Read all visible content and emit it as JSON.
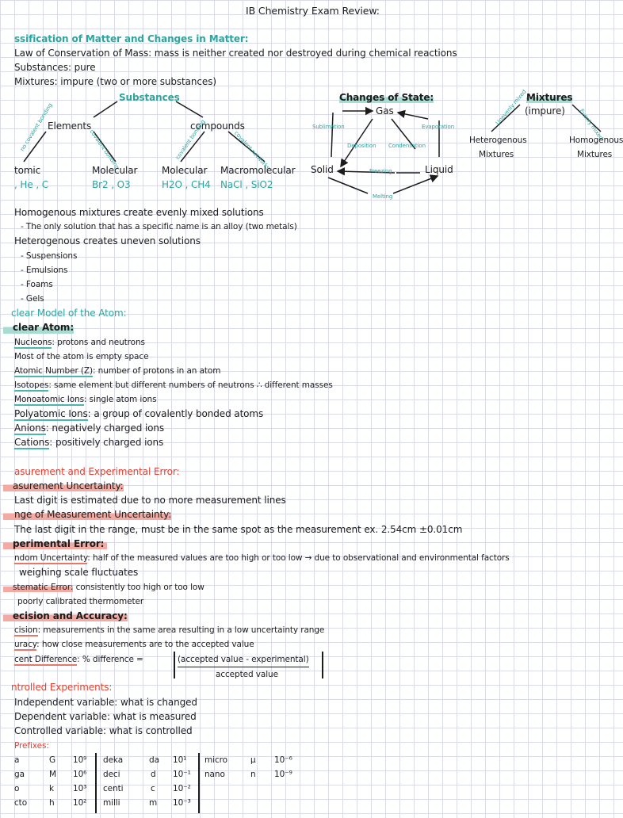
{
  "title": "IB Chemistry Exam Review:",
  "classification": {
    "heading": "ssification of Matter and Changes in Matter:",
    "lines": [
      "Law of Conservation of Mass: mass is neither created nor destroyed during chemical reactions",
      "Substances: pure",
      "Mixtures: impure (two or more substances)"
    ]
  },
  "tree": {
    "root": "Substances",
    "elements": "Elements",
    "compounds": "compounds",
    "edge_no_covalent": "no covalent bonding",
    "edge_covalent": "covalent bonding",
    "edge_covalent2": "covalent bonding",
    "edge_covalent_networks": "covalent networks",
    "leaves": [
      {
        "label": "tomic",
        "example": ", He , C"
      },
      {
        "label": "Molecular",
        "example": "Br2 , O3"
      },
      {
        "label": "Molecular",
        "example": "H2O , CH4"
      },
      {
        "label": "Macromolecular",
        "example": "NaCl , SiO2"
      }
    ]
  },
  "states": {
    "heading": "Changes of State:",
    "gas": "Gas",
    "solid": "Solid",
    "liquid": "Liquid",
    "sublimation": "Sublimation",
    "evaporation": "Evaporation",
    "deposition": "Deposition",
    "condensation": "Condensation",
    "freezing": "Freezing",
    "melting": "Melting"
  },
  "mixtures": {
    "heading": "Mixtures",
    "subheading": "(impure)",
    "edge_unevenly": "Unevenly mixed",
    "edge_evenly": "Evenly mixed",
    "hetero": [
      "Heterogenous",
      "Mixtures"
    ],
    "homo": [
      "Homogenous",
      "Mixtures"
    ]
  },
  "mix_notes": [
    "Homogenous mixtures create evenly mixed solutions",
    "- The only solution that has a specific name is an alloy (two metals)",
    "Heterogenous creates uneven solutions",
    "- Suspensions",
    "- Emulsions",
    "- Foams",
    "- Gels"
  ],
  "atom": {
    "heading": "clear Model of the Atom:",
    "subheading": "clear Atom:",
    "lines": [
      {
        "term": "Nucleons",
        "text": ": protons and neutrons"
      },
      {
        "term": "",
        "text": "Most of the atom is empty space"
      },
      {
        "term": "Atomic Number (Z)",
        "text": ": number of protons in an atom"
      },
      {
        "term": "Isotopes",
        "text": ": same element but different numbers of neutrons ∴ different masses"
      },
      {
        "term": "Monoatomic Ions",
        "text": ": single atom ions"
      },
      {
        "term": "Polyatomic Ions",
        "text": ": a group of covalently bonded atoms"
      },
      {
        "term": "Anions",
        "text": ": negatively charged ions"
      },
      {
        "term": "Cations",
        "text": ": positively charged ions"
      }
    ]
  },
  "measurement": {
    "heading": "asurement and Experimental Error:",
    "uncertainty_head": "asurement Uncertainty:",
    "uncertainty_text": "Last digit is estimated due to no more measurement lines",
    "range_head": "nge of Measurement Uncertainty:",
    "range_text": "The last digit in the range, must be in the same spot as the measurement ex. 2.54cm ±0.01cm",
    "exp_head": "perimental Error:",
    "random_term": "ndom Uncertainty",
    "random_text": ": half of the measured values are too high or too low → due to observational and environmental factors",
    "random_ex": "weighing scale fluctuates",
    "systematic_term": "stematic Error:",
    "systematic_text": "consistently too high or too low",
    "systematic_ex": "poorly calibrated thermometer",
    "pa_head": "ecision and Accuracy:",
    "precision_term": "cision",
    "precision_text": ": measurements in the same area resulting in a low uncertainty range",
    "accuracy_term": "uracy",
    "accuracy_text": ": how close measurements are to the accepted value",
    "pd_term": "cent Difference",
    "pd_text": ": % difference =",
    "pd_numerator": "(accepted value - experimental)",
    "pd_denominator": "accepted value"
  },
  "controlled": {
    "heading": "ntrolled Experiments:",
    "lines": [
      "Independent variable: what is changed",
      "Dependent variable: what is measured",
      "Controlled variable: what is controlled"
    ]
  },
  "prefixes": {
    "heading": "Prefixes:",
    "col1": [
      [
        "a",
        "G",
        "10⁹"
      ],
      [
        "ga",
        "M",
        "10⁶"
      ],
      [
        "o",
        "k",
        "10³"
      ],
      [
        "cto",
        "h",
        "10²"
      ]
    ],
    "col2": [
      [
        "deka",
        "da",
        "10¹"
      ],
      [
        "deci",
        "d",
        "10⁻¹"
      ],
      [
        "centi",
        "c",
        "10⁻²"
      ],
      [
        "milli",
        "m",
        "10⁻³"
      ]
    ],
    "col3": [
      [
        "micro",
        "μ",
        "10⁻⁶"
      ],
      [
        "nano",
        "n",
        "10⁻⁹"
      ]
    ]
  },
  "colors": {
    "teal": "#2ba59e",
    "red": "#e2412f",
    "highlight_teal": "#a8dcd3",
    "highlight_red": "#f3aaa3"
  }
}
